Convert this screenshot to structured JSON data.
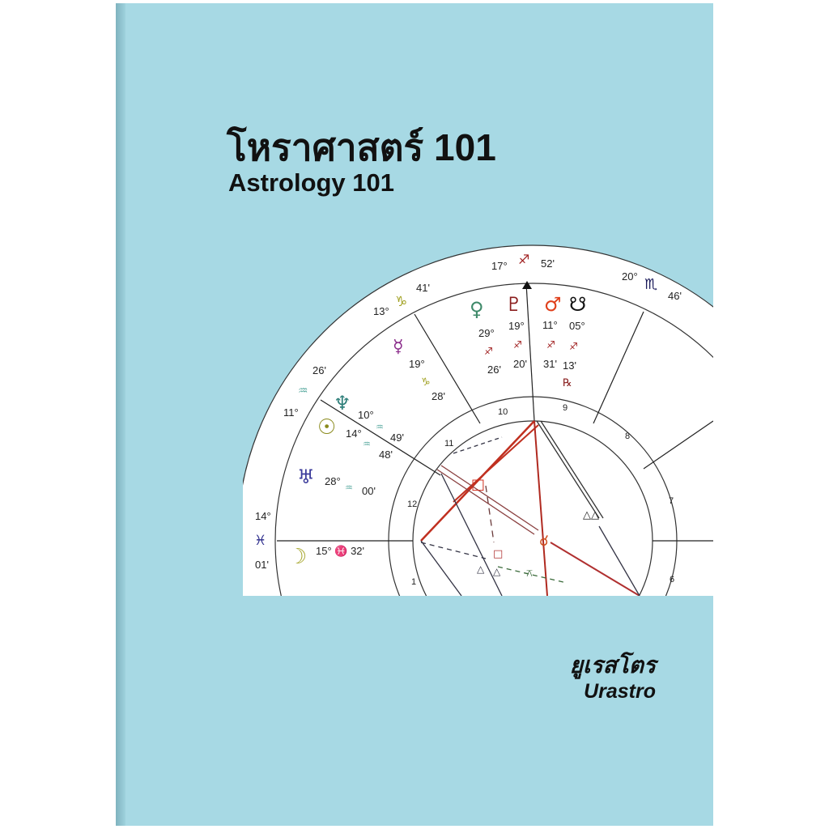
{
  "cover": {
    "background_color": "#a7d9e4",
    "title_thai": "โหราศาสตร์ 101",
    "title_english": "Astrology 101",
    "author_thai": "ยูเรสโตร",
    "author_english": "Urastro"
  },
  "chart": {
    "cusps": [
      {
        "deg": "17°",
        "sign": "♐",
        "min": "52'"
      },
      {
        "deg": "20°",
        "sign": "♏",
        "min": "46'"
      },
      {
        "deg": "13°",
        "sign": "♑",
        "min": "41'"
      },
      {
        "deg": "11°",
        "sign": "♒",
        "min": "26'"
      },
      {
        "deg": "14°",
        "sign": "♓",
        "min": "01'"
      }
    ],
    "planets": [
      {
        "name": "venus-icon",
        "glyph": "♀",
        "color": "#3f8a6a",
        "deg": "29°",
        "sign": "♐",
        "min": "26'"
      },
      {
        "name": "pluto-icon",
        "glyph": "♇",
        "color": "#8a1c1c",
        "deg": "19°",
        "sign": "♐",
        "min": "20'"
      },
      {
        "name": "mars-icon",
        "glyph": "♂",
        "color": "#e0401c",
        "deg": "11°",
        "sign": "♐",
        "min": "31'"
      },
      {
        "name": "node-icon",
        "glyph": "☋",
        "color": "#111111",
        "deg": "05°",
        "sign": "♐",
        "min": "13'",
        "retro": "℞"
      },
      {
        "name": "mercury-icon",
        "glyph": "☿",
        "color": "#8a2a8a",
        "deg": "19°",
        "sign": "♑",
        "min": "28'"
      },
      {
        "name": "neptune-icon",
        "glyph": "♆",
        "color": "#2f7f7a",
        "deg": "10°",
        "sign": "♒",
        "min": "49'"
      },
      {
        "name": "sun-icon",
        "glyph": "☉",
        "color": "#8a8a1c",
        "deg": "14°",
        "sign": "♒",
        "min": "48'"
      },
      {
        "name": "uranus-icon",
        "glyph": "♅",
        "color": "#3a3a9a",
        "deg": "28°",
        "sign": "♒",
        "min": "00'"
      },
      {
        "name": "moon-icon",
        "glyph": "☽",
        "color": "#a8a830",
        "text": "15° ♓ 32'"
      }
    ],
    "houses": [
      "10",
      "9",
      "8",
      "7",
      "6",
      "11",
      "12",
      "1"
    ],
    "aspects": {
      "square": "□",
      "conjunction": "☌",
      "trine": "△",
      "double_trine": "△△",
      "quincunx": "⚻"
    }
  }
}
